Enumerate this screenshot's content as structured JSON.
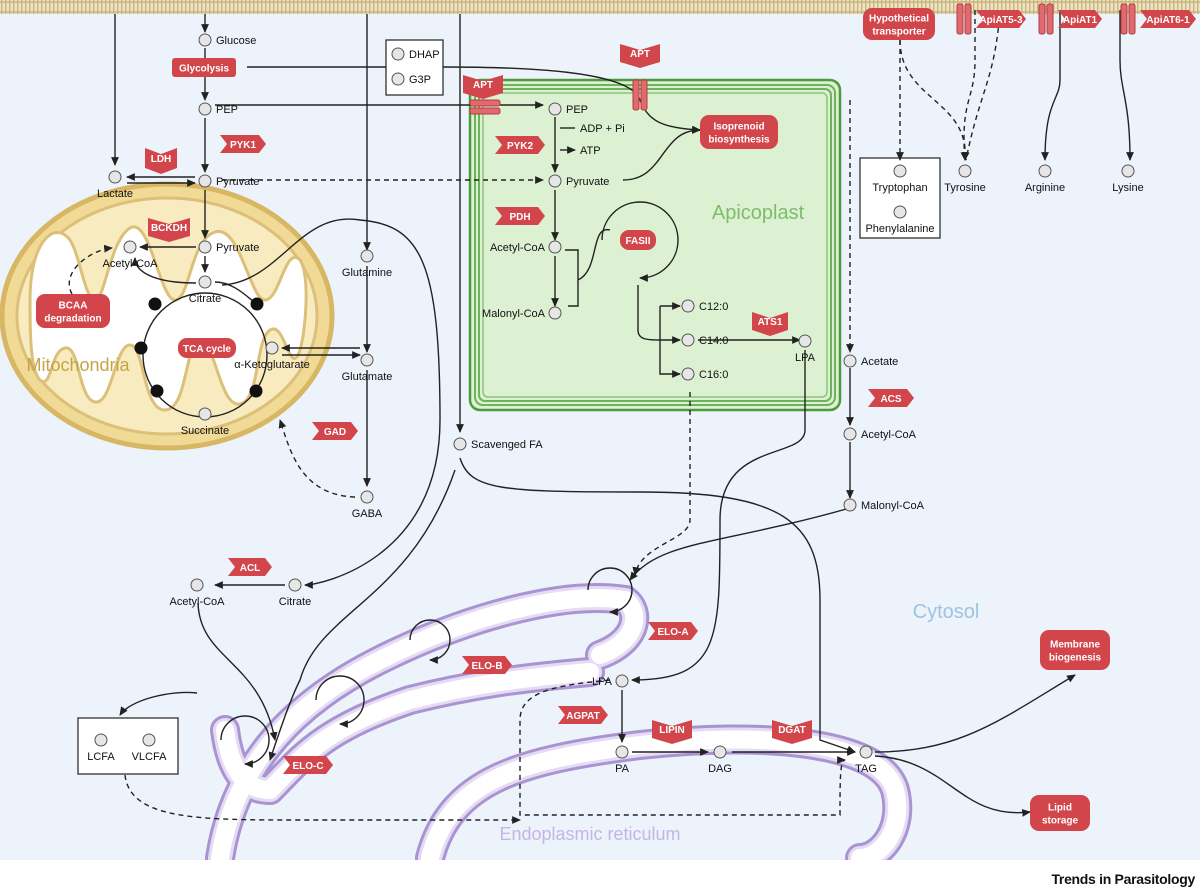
{
  "compartments": {
    "apicoplast": "Apicoplast",
    "mitochondria": "Mitochondria",
    "cytosol": "Cytosol",
    "er": "Endoplasmic reticulum"
  },
  "metabolites": {
    "glucose": "Glucose",
    "dhap": "DHAP",
    "g3p": "G3P",
    "pep": "PEP",
    "pep_api": "PEP",
    "adp_pi": "ADP + Pi",
    "atp": "ATP",
    "lactate": "Lactate",
    "pyruvate": "Pyruvate",
    "pyruvate_api": "Pyruvate",
    "pyruvate_mito": "Pyruvate",
    "acetylcoa_mito": "Acetyl-CoA",
    "citrate_mito": "Citrate",
    "akg": "α-Ketoglutarate",
    "succinate": "Succinate",
    "glutamine": "Glutamine",
    "glutamate": "Glutamate",
    "gaba": "GABA",
    "scavenged_fa": "Scavenged FA",
    "acetylcoa_api": "Acetyl-CoA",
    "malonylcoa_api": "Malonyl-CoA",
    "c12": "C12:0",
    "c14": "C14:0",
    "c16": "C16:0",
    "lpa_api": "LPA",
    "tryptophan": "Tryptophan",
    "phenylalanine": "Phenylalanine",
    "tyrosine": "Tyrosine",
    "arginine": "Arginine",
    "lysine": "Lysine",
    "acetate": "Acetate",
    "acetylcoa_cyt": "Acetyl-CoA",
    "malonylcoa_cyt": "Malonyl-CoA",
    "acetylcoa_cyt2": "Acetyl-CoA",
    "citrate_cyt": "Citrate",
    "lcfa": "LCFA",
    "vlcfa": "VLCFA",
    "lpa_er": "LPA",
    "pa": "PA",
    "dag": "DAG",
    "tag": "TAG"
  },
  "enzymes": {
    "glycolysis": "Glycolysis",
    "pyk1": "PYK1",
    "ldh": "LDH",
    "bckdh": "BCKDH",
    "bcaa_1": "BCAA",
    "bcaa_2": "degradation",
    "tca": "TCA cycle",
    "gad": "GAD",
    "acl": "ACL",
    "apt_1": "APT",
    "apt_2": "APT",
    "isoprenoid_1": "Isoprenoid",
    "isoprenoid_2": "biosynthesis",
    "pyk2": "PYK2",
    "pdh": "PDH",
    "fasii": "FASII",
    "ats1": "ATS1",
    "hypo_1": "Hypothetical",
    "hypo_2": "transporter",
    "apiat53": "ApiAT5-3",
    "apiat1": "ApiAT1",
    "apiat61": "ApiAT6-1",
    "acs": "ACS",
    "elo_a": "ELO-A",
    "elo_b": "ELO-B",
    "elo_c": "ELO-C",
    "agpat": "AGPAT",
    "lipin": "LIPIN",
    "dgat": "DGAT",
    "membrane_1": "Membrane",
    "membrane_2": "biogenesis",
    "lipid_1": "Lipid",
    "lipid_2": "storage"
  },
  "footer": {
    "journal": "Trends in Parasitology"
  },
  "colors": {
    "enzyme": "#d2464b",
    "apicoplast_fill": "#dcf1d2",
    "apicoplast_stroke": "#4f9a3f",
    "mito_fill": "#f4dfa3",
    "mito_stroke": "#d4b45e",
    "er_fill": "#e5dcf4",
    "er_stroke": "#a894d2",
    "cytosol": "#edf3fb",
    "metabolite": "#e6e6e6"
  }
}
